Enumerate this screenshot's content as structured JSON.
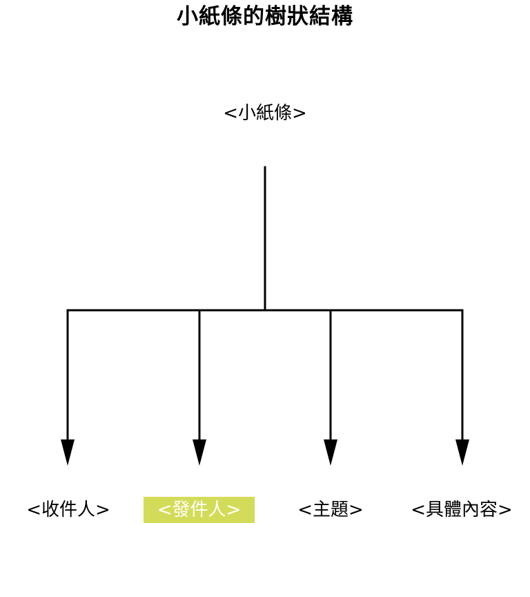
{
  "diagram": {
    "title": "小紙條的樹狀結構",
    "root": {
      "label": "<小紙條>"
    },
    "children": [
      {
        "label": "<收件人>",
        "highlighted": false
      },
      {
        "label": "<發件人>",
        "highlighted": true
      },
      {
        "label": "<主題>",
        "highlighted": false
      },
      {
        "label": "<具體內容>",
        "highlighted": false
      }
    ]
  },
  "colors": {
    "highlight_background": "#d3dc58",
    "highlight_text": "#ffffff",
    "line": "#000000"
  }
}
